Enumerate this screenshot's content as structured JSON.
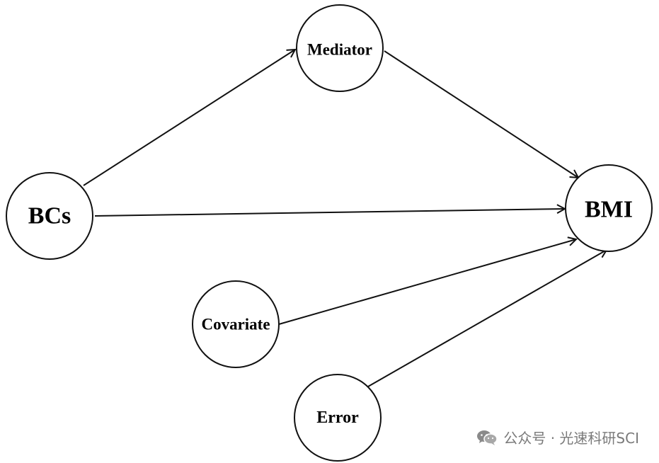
{
  "diagram": {
    "nodes": [
      {
        "id": "mediator",
        "label": "Mediator"
      },
      {
        "id": "bcs",
        "label": "BCs"
      },
      {
        "id": "bmi",
        "label": "BMI"
      },
      {
        "id": "covariate",
        "label": "Covariate"
      },
      {
        "id": "error",
        "label": "Error"
      }
    ],
    "edges": [
      {
        "from": "bcs",
        "to": "mediator"
      },
      {
        "from": "mediator",
        "to": "bmi"
      },
      {
        "from": "bcs",
        "to": "bmi"
      },
      {
        "from": "covariate",
        "to": "bmi"
      },
      {
        "from": "error",
        "to": "bmi"
      }
    ]
  },
  "watermark": {
    "text": "公众号 · 光速科研SCI",
    "icon": "wechat-icon"
  }
}
